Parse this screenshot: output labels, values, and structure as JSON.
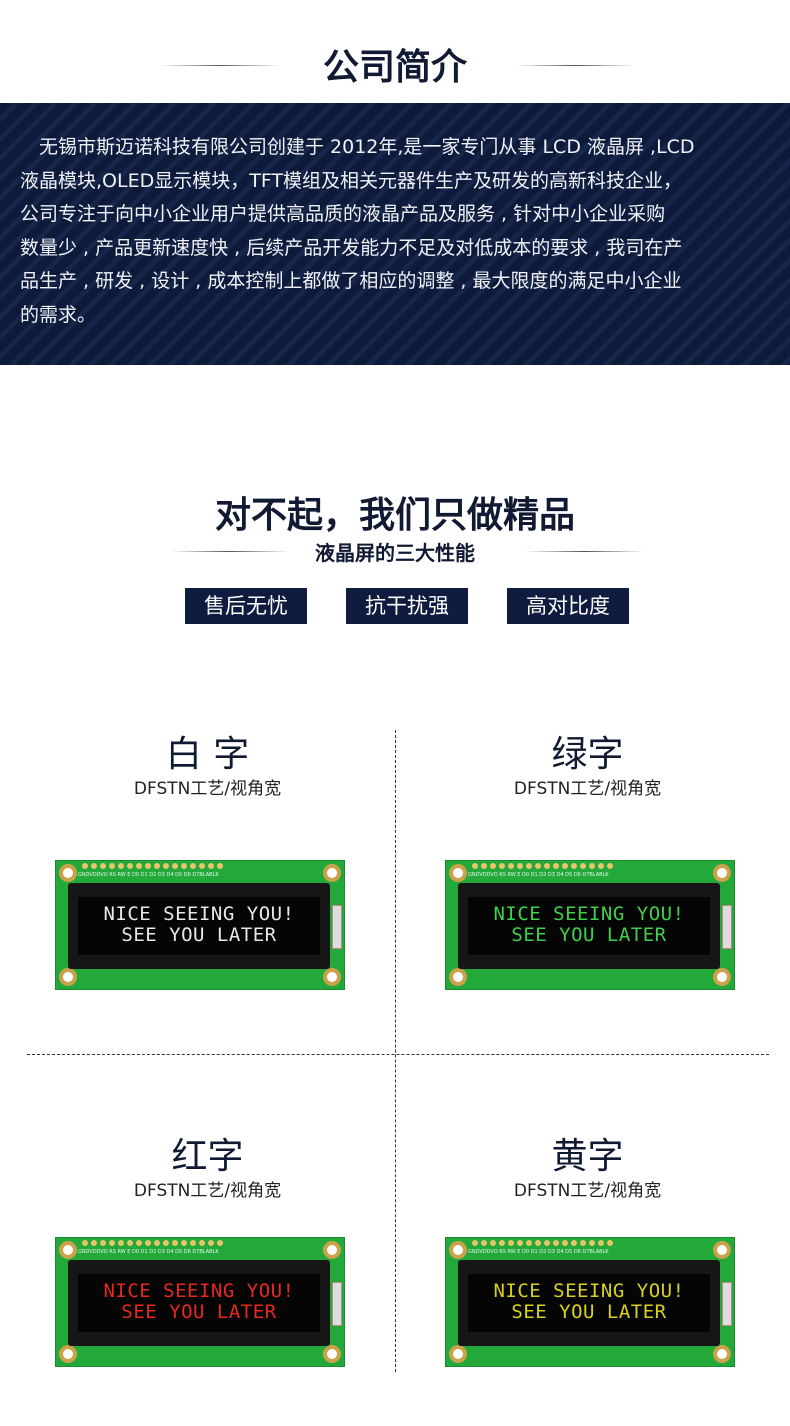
{
  "header": {
    "title": "公司简介"
  },
  "intro": {
    "lines": [
      "　无锡市斯迈诺科技有限公司创建于 2012年,是一家专门从事 LCD 液晶屏 ,LCD",
      "液晶模块,OLED显示模块，TFT模组及相关元器件生产及研发的高新科技企业，",
      "公司专注于向中小企业用户提供高品质的液晶产品及服务 , 针对中小企业采购",
      "数量少 , 产品更新速度快 , 后续产品开发能力不足及对低成本的要求 , 我司在产",
      "品生产 , 研发 , 设计 , 成本控制上都做了相应的调整 , 最大限度的满足中小企业",
      "的需求。"
    ]
  },
  "section": {
    "title": "对不起，我们只做精品",
    "subtitle": "液晶屏的三大性能",
    "tags": [
      "售后无忧",
      "抗干扰强",
      "高对比度"
    ]
  },
  "lcd": {
    "pin_labels": "GNDVDDVO RS RW E D0 D1 D2 D3 D4 D5 D6 D7BLABLK",
    "line1": "NICE SEEING YOU!",
    "line2": "SEE YOU LATER"
  },
  "variants": [
    {
      "title": "白 字",
      "subtitle": "DFSTN工艺/视角宽",
      "color": "#e8e8e8"
    },
    {
      "title": "绿字",
      "subtitle": "DFSTN工艺/视角宽",
      "color": "#3fd14a"
    },
    {
      "title": "红字",
      "subtitle": "DFSTN工艺/视角宽",
      "color": "#e8281e"
    },
    {
      "title": "黄字",
      "subtitle": "DFSTN工艺/视角宽",
      "color": "#d9d21a"
    }
  ]
}
